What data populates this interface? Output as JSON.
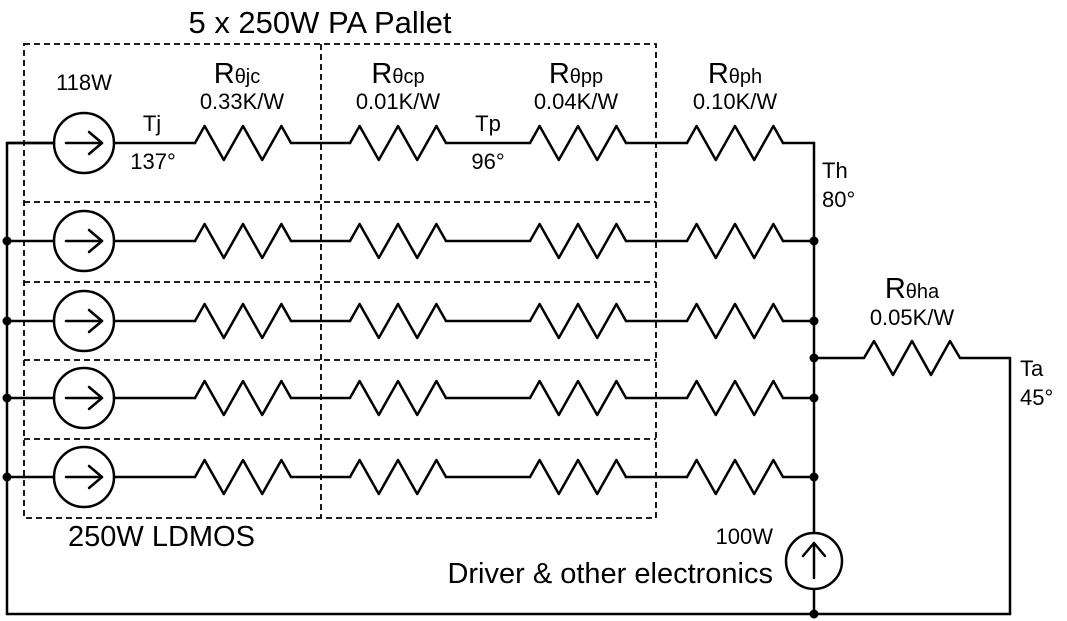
{
  "title": "5 x 250W PA Pallet",
  "source_power": "118W",
  "node_tj": {
    "name": "Tj",
    "temp": "137°"
  },
  "node_tp": {
    "name": "Tp",
    "temp": "96°"
  },
  "node_th": {
    "name": "Th",
    "temp": "80°"
  },
  "node_ta": {
    "name": "Ta",
    "temp": "45°"
  },
  "resistors": {
    "jc": {
      "name_main": "R",
      "name_sub": "θjc",
      "value": "0.33K/W"
    },
    "cp": {
      "name_main": "R",
      "name_sub": "θcp",
      "value": "0.01K/W"
    },
    "pp": {
      "name_main": "R",
      "name_sub": "θpp",
      "value": "0.04K/W"
    },
    "ph": {
      "name_main": "R",
      "name_sub": "θph",
      "value": "0.10K/W"
    },
    "ha": {
      "name_main": "R",
      "name_sub": "θha",
      "value": "0.05K/W"
    }
  },
  "ldmos_label": "250W LDMOS",
  "driver_power": "100W",
  "driver_label": "Driver & other electronics"
}
